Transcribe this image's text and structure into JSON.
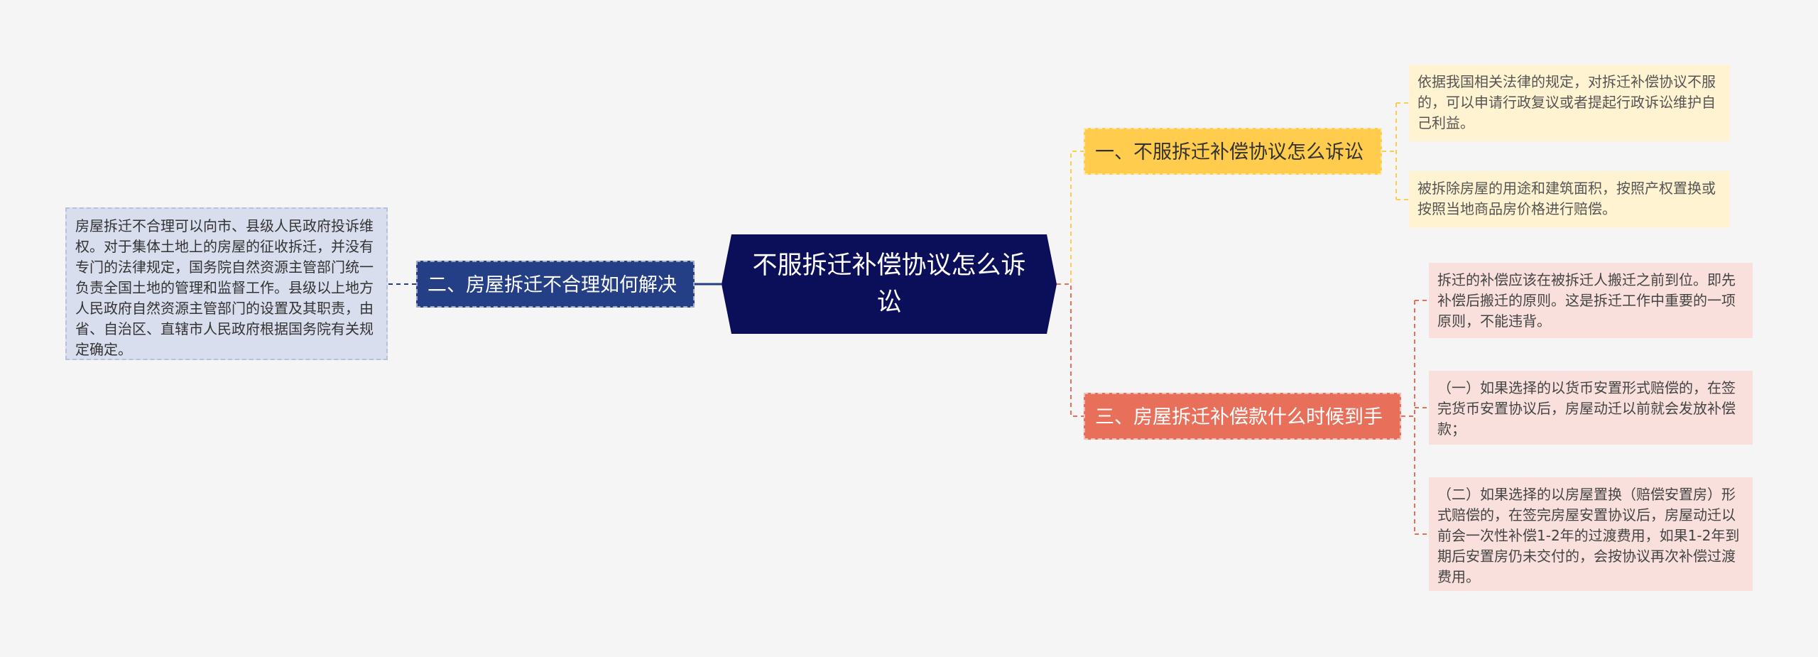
{
  "center": {
    "label": "不服拆迁补偿协议怎么诉讼"
  },
  "branches": [
    {
      "label": "一、不服拆迁补偿协议怎么诉讼",
      "color": "#ffcc4d"
    },
    {
      "label": "二、房屋拆迁不合理如何解决",
      "color": "#253f86"
    },
    {
      "label": "三、房屋拆迁补偿款什么时候到手",
      "color": "#e8705b"
    }
  ],
  "leaves": {
    "b1": [
      "依据我国相关法律的规定，对拆迁补偿协议不服的，可以申请行政复议或者提起行政诉讼维护自己利益。",
      "被拆除房屋的用途和建筑面积，按照产权置换或按照当地商品房价格进行赔偿。"
    ],
    "b2": [
      "房屋拆迁不合理可以向市、县级人民政府投诉维权。对于集体土地上的房屋的征收拆迁，并没有专门的法律规定，国务院自然资源主管部门统一负责全国土地的管理和监督工作。县级以上地方人民政府自然资源主管部门的设置及其职责，由省、自治区、直辖市人民政府根据国务院有关规定确定。"
    ],
    "b3": [
      "拆迁的补偿应该在被拆迁人搬迁之前到位。即先补偿后搬迁的原则。这是拆迁工作中重要的一项原则，不能违背。",
      "（一）如果选择的以货币安置形式赔偿的，在签完货币安置协议后，房屋动迁以前就会发放补偿款；",
      "（二）如果选择的以房屋置换（赔偿安置房）形式赔偿的，在签完房屋安置协议后，房屋动迁以前会一次性补偿1-2年的过渡费用，如果1-2年到期后安置房仍未交付的，会按协议再次补偿过渡费用。"
    ]
  }
}
